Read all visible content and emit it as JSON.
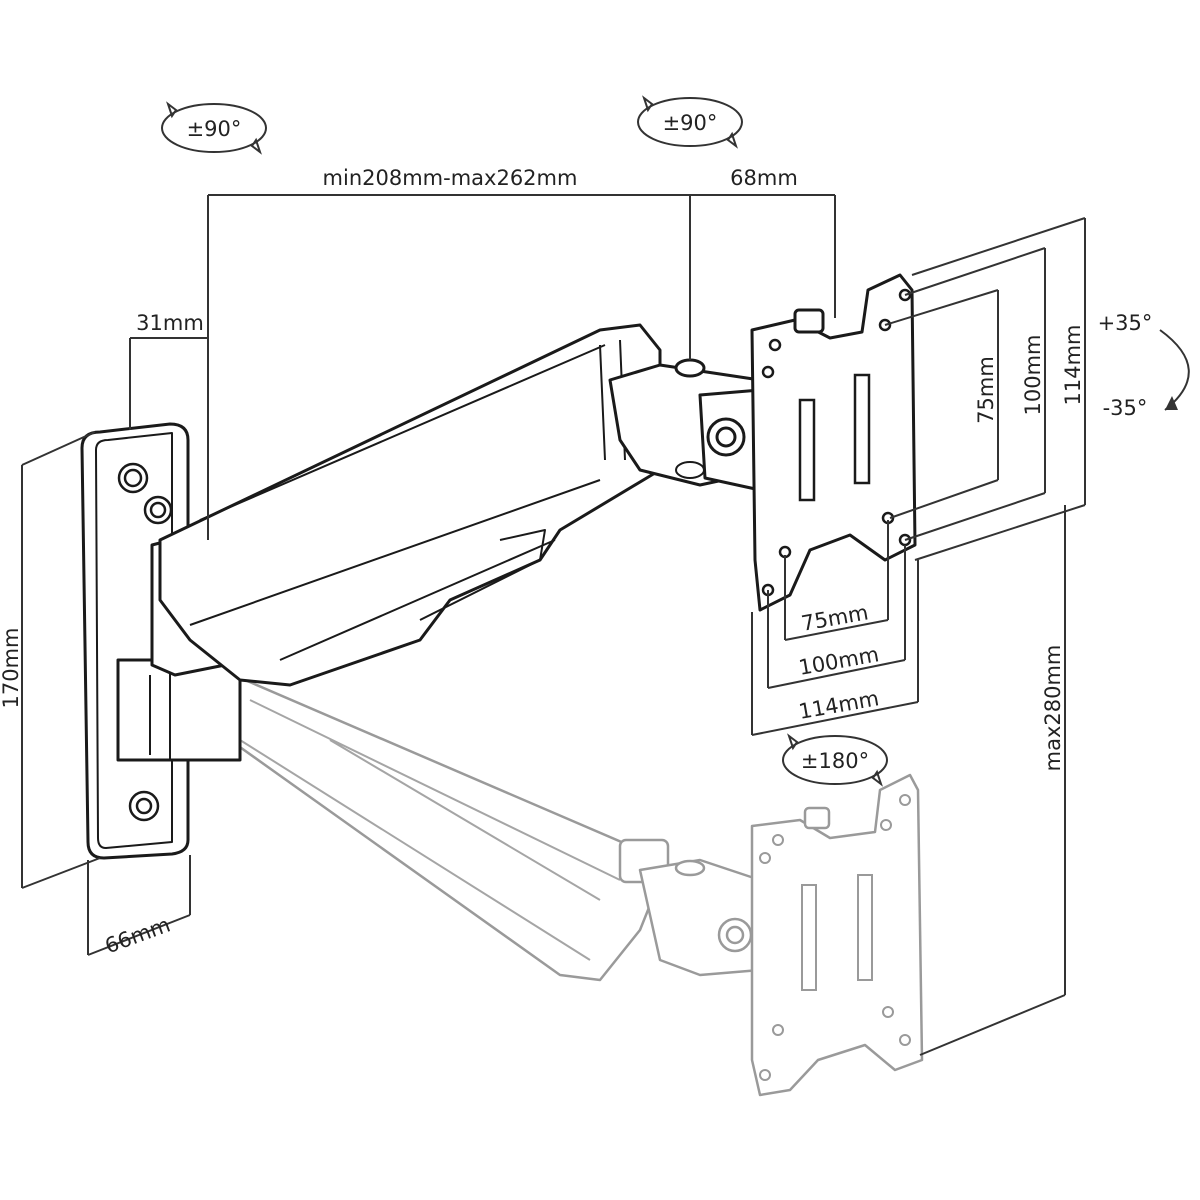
{
  "rotations": {
    "wall_swivel": "±90°",
    "head_swivel": "±90°",
    "rotate": "±180°",
    "tilt_up": "+35°",
    "tilt_down": "-35°"
  },
  "dimensions": {
    "arm_length": "min208mm-max262mm",
    "head_offset": "68mm",
    "plate_offset": "31mm",
    "plate_height": "170mm",
    "plate_width": "66mm",
    "vesa_v75": "75mm",
    "vesa_v100": "100mm",
    "vesa_v114": "114mm",
    "vesa_h75": "75mm",
    "vesa_h100": "100mm",
    "vesa_h114": "114mm",
    "height_travel": "max280mm"
  },
  "colors": {
    "line": "#1a1a1a",
    "ghost": "#9a9a9a"
  }
}
